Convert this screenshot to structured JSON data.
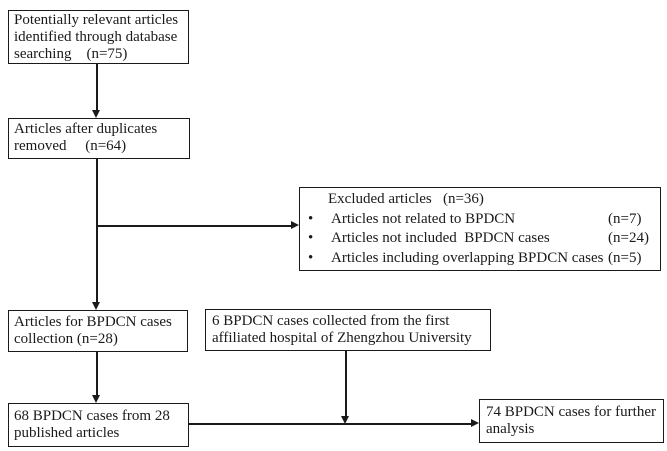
{
  "colors": {
    "background": "#ffffff",
    "box_border": "#1a1a1a",
    "connector": "#1a1a1a",
    "text": "#1a1a1a"
  },
  "boxes": {
    "identified": {
      "text": "Potentially relevant articles\nidentified through database\nsearching    (n=75)"
    },
    "duplicates_removed": {
      "text": "Articles after duplicates\nremoved     (n=64)"
    },
    "excluded": {
      "title": "Excluded articles   (n=36)",
      "bullet": "•",
      "items": [
        {
          "label": "Articles not related to BPDCN",
          "count": "(n=7)"
        },
        {
          "label": "Articles not included  BPDCN cases",
          "count": "(n=24)"
        },
        {
          "label": "Articles including overlapping BPDCN cases",
          "count": "(n=5)"
        }
      ]
    },
    "collection": {
      "text": "Articles for BPDCN cases\ncollection (n=28)"
    },
    "hospital": {
      "text": "6 BPDCN cases collected from the first\naffiliated hospital of Zhengzhou University"
    },
    "published": {
      "text": "68 BPDCN cases from 28\npublished articles"
    },
    "further": {
      "text": "74 BPDCN cases for further\nanalysis"
    }
  }
}
